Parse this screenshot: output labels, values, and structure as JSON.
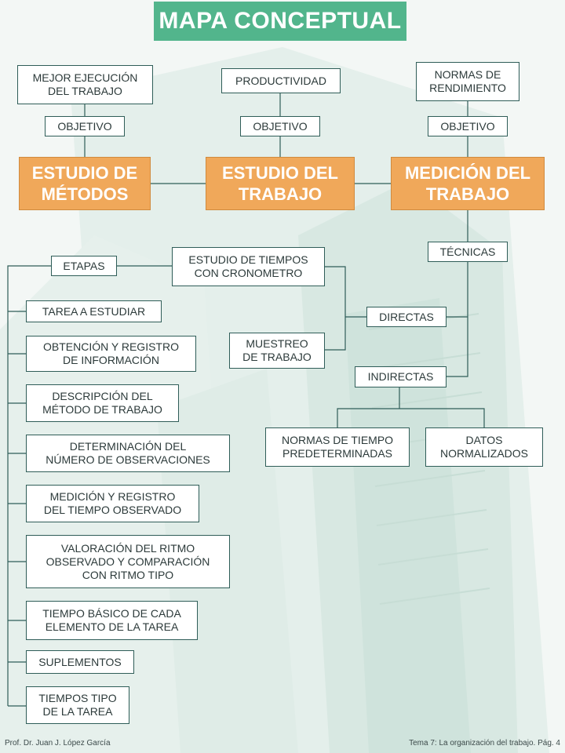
{
  "title": "MAPA CONCEPTUAL",
  "top": {
    "mejor_ejecucion": "MEJOR EJECUCIÓN\nDEL TRABAJO",
    "productividad": "PRODUCTIVIDAD",
    "normas_rendimiento": "NORMAS DE\nRENDIMIENTO",
    "objetivo_1": "OBJETIVO",
    "objetivo_2": "OBJETIVO",
    "objetivo_3": "OBJETIVO"
  },
  "main": {
    "estudio_metodos": "ESTUDIO DE\nMÉTODOS",
    "estudio_trabajo": "ESTUDIO DEL\nTRABAJO",
    "medicion_trabajo": "MEDICIÓN DEL\nTRABAJO"
  },
  "right": {
    "tecnicas": "TÉCNICAS",
    "estudio_tiempos": "ESTUDIO DE TIEMPOS\nCON CRONOMETRO",
    "directas": "DIRECTAS",
    "muestreo": "MUESTREO\nDE TRABAJO",
    "indirectas": "INDIRECTAS",
    "normas_predeterminadas": "NORMAS DE TIEMPO\nPREDETERMINADAS",
    "datos_normalizados": "DATOS\nNORMALIZADOS"
  },
  "etapas": {
    "label": "ETAPAS",
    "items": [
      "TAREA A ESTUDIAR",
      "OBTENCIÓN Y REGISTRO\nDE INFORMACIÓN",
      "DESCRIPCIÓN DEL\nMÉTODO DE TRABAJO",
      "DETERMINACIÓN DEL\nNÚMERO DE OBSERVACIONES",
      "MEDICIÓN Y REGISTRO\nDEL TIEMPO OBSERVADO",
      "VALORACIÓN DEL RITMO\nOBSERVADO Y COMPARACIÓN\nCON RITMO TIPO",
      "TIEMPO BÁSICO DE CADA\nELEMENTO DE LA TAREA",
      "SUPLEMENTOS",
      "TIEMPOS TIPO\nDE LA TAREA"
    ]
  },
  "footer": {
    "author": "Prof. Dr. Juan J. López García",
    "page": "Tema 7: La organización del trabajo. Pág. 4"
  },
  "colors": {
    "title_bg": "#52b58c",
    "main_box": "#f0a85a",
    "line": "#2f5d58",
    "background": "#f3f7f5"
  }
}
